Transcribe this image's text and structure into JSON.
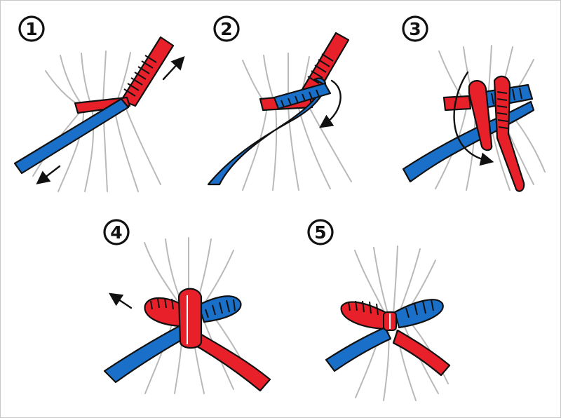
{
  "steps": [
    {
      "number": "1"
    },
    {
      "number": "2"
    },
    {
      "number": "3"
    },
    {
      "number": "4"
    },
    {
      "number": "5"
    }
  ],
  "colors": {
    "ribbon_red": "#e8202a",
    "ribbon_blue": "#1a6fc8",
    "hatch": "#111111",
    "threads": "#b9b9b9",
    "arrow": "#111111",
    "background": "#ffffff"
  }
}
